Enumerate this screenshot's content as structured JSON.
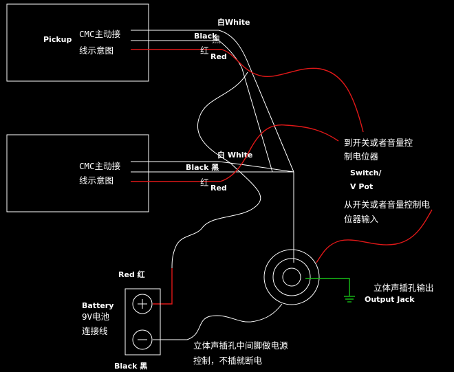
{
  "pickup1": {
    "title": "Pickup",
    "desc_line1": "CMC主动接",
    "desc_line2": "线示意图",
    "white_label": "白White",
    "black_en": "Black",
    "black_cn": "黑",
    "red_cn": "红",
    "red_en": "Red"
  },
  "pickup2": {
    "desc_line1": "CMC主动接",
    "desc_line2": "线示意图",
    "white_label": "白 White",
    "black_label": "Black 黑",
    "red_cn": "红",
    "red_en": "Red"
  },
  "switch": {
    "to_line1": "到开关或者音量控",
    "to_line2": "制电位器",
    "name_line1": "Switch/",
    "name_line2": "V Pot",
    "from_line1": "从开关或者音量控制电",
    "from_line2": "位器输入"
  },
  "output": {
    "cn": "立体声插孔输出",
    "en": "Output Jack"
  },
  "battery": {
    "red_label": "Red 红",
    "title": "Battery",
    "line2": "9V电池",
    "line3": "连接线",
    "black_label": "Black 黑"
  },
  "note": {
    "line1": "立体声插孔中间脚做电源",
    "line2": "控制，不插就断电"
  },
  "colors": {
    "background": "#000000",
    "line": "#ffffff",
    "red_wire": "#e01818",
    "ground_wire": "#18c018"
  }
}
